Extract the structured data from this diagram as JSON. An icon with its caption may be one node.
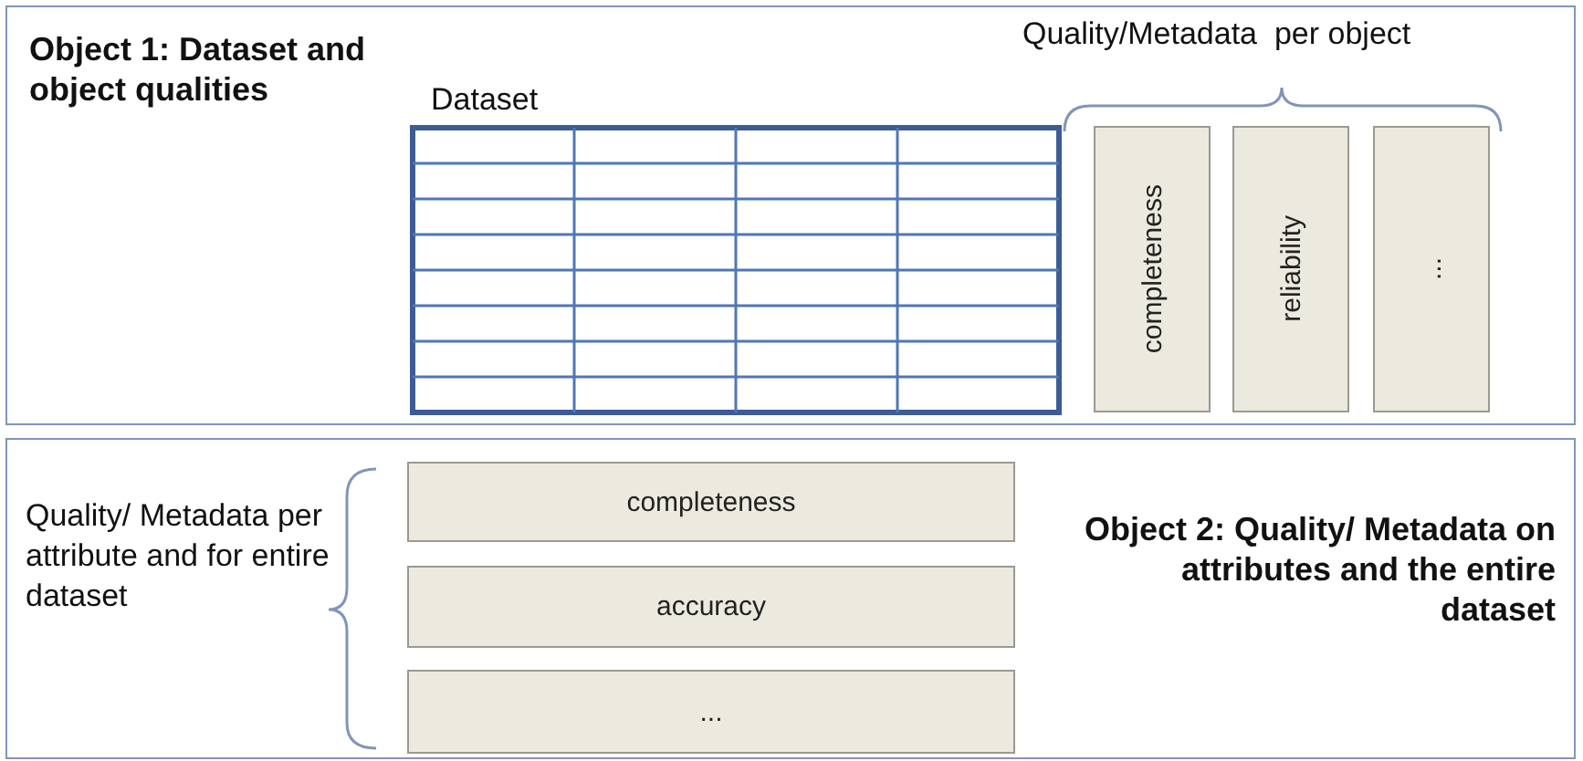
{
  "diagram": {
    "nodes": [
      {
        "text": [
          "Object 1: Dataset and object qualities"
        ]
      },
      {
        "text": [
          "Dataset"
        ],
        "in": 0
      },
      {
        "text": [
          "completeness"
        ],
        "in": 0
      },
      {
        "text": [
          "reliability"
        ],
        "in": 0
      },
      {
        "text": [
          "..."
        ],
        "in": 0
      },
      {
        "text": [
          "Object 2: Quality/ Metadata on attributes and the entire dataset"
        ]
      },
      {
        "text": [
          "completeness"
        ],
        "in": 5
      },
      {
        "text": [
          "accuracy"
        ],
        "in": 5
      },
      {
        "text": [
          "..."
        ],
        "in": 5
      }
    ],
    "edges": [],
    "labels": [
      "Quality/Metadata  per object",
      "Quality/ Metadata per attribute and for entire dataset"
    ]
  }
}
